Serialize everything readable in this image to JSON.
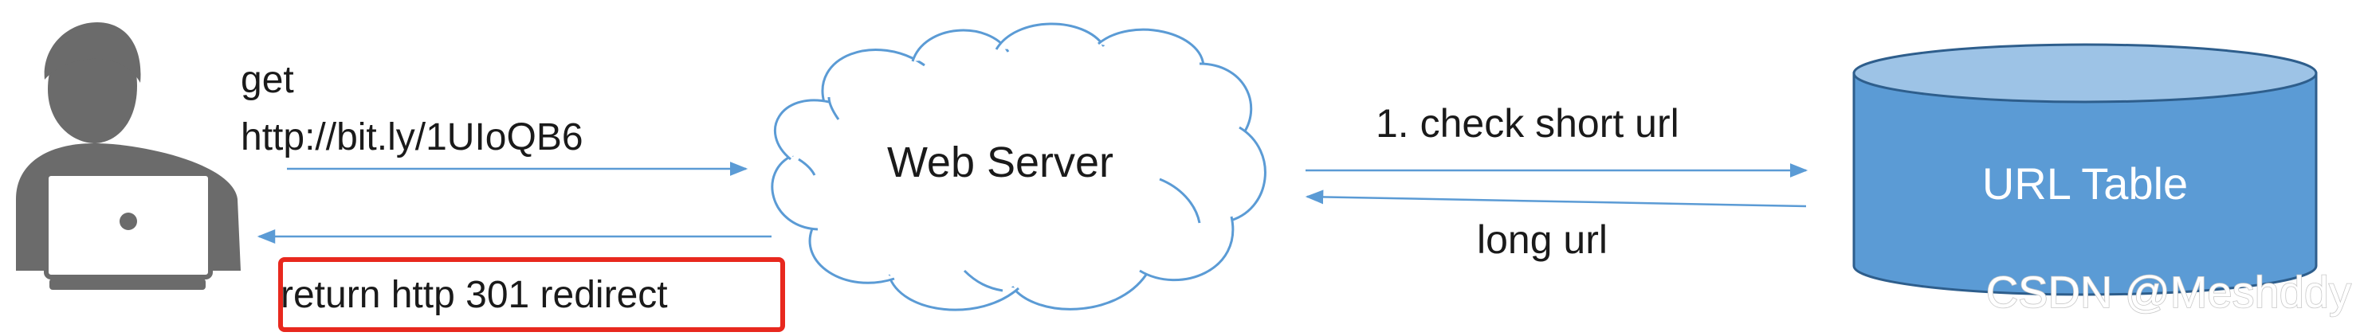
{
  "request": {
    "verb": "get",
    "url": "http://bit.ly/1UIoQB6"
  },
  "server": {
    "label": "Web Server"
  },
  "database": {
    "label": "URL Table"
  },
  "edges": {
    "check": "1. check short url",
    "long_url": "long url",
    "redirect": "return http 301 redirect"
  },
  "watermark": "CSDN @Meshddy",
  "colors": {
    "user": "#6b6b6b",
    "arrow": "#5b9bd5",
    "cylinder_body": "#5b9bd5",
    "cylinder_top": "#9dc3e6",
    "cylinder_outline": "#2e5e8c",
    "cloud_outline": "#5b9bd5",
    "highlight_box": "#e8281e"
  }
}
